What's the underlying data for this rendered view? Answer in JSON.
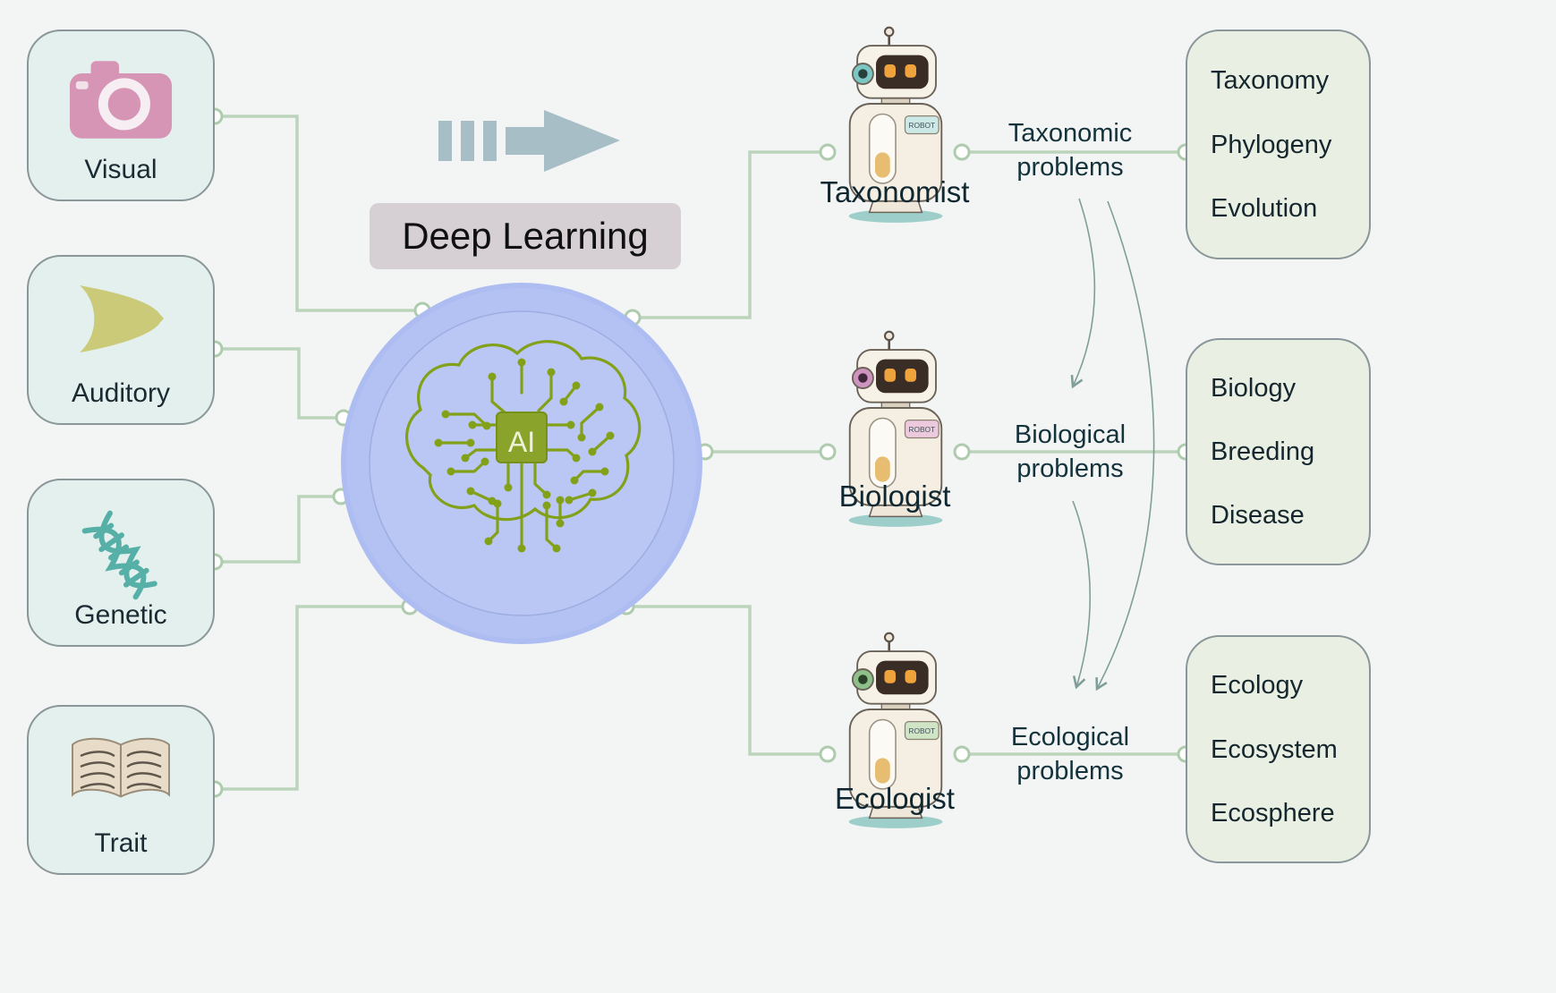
{
  "palette": {
    "background": "#f3f5f4",
    "input_box_bg": "#e4f0ed",
    "output_box_bg": "#e9f0e3",
    "box_border": "#8a9699",
    "connector_green": "#bcd4bc",
    "curve_arrow_gray": "#7f9e98",
    "brain_blue": "#aebdf1",
    "circuit_green": "#83a019",
    "deep_learning_bg": "#d6d0d4",
    "flow_arrow_gray": "#a7bec6",
    "camera_pink": "#d795b5",
    "speaker_olive": "#caca78",
    "dna_teal": "#57b0a8",
    "book_beige": "#e8dcc8"
  },
  "inputs": [
    {
      "label": "Visual",
      "icon": "camera-icon"
    },
    {
      "label": "Auditory",
      "icon": "speaker-icon"
    },
    {
      "label": "Genetic",
      "icon": "dna-icon"
    },
    {
      "label": "Trait",
      "icon": "book-icon"
    }
  ],
  "center": {
    "title": "Deep Learning",
    "chip_label": "AI"
  },
  "agents": [
    {
      "name": "Taxonomist",
      "badge": "ROBOT",
      "accent": "#7cc7c3",
      "badge_bg": "#cde9e5",
      "problem_line1": "Taxonomic",
      "problem_line2": "problems"
    },
    {
      "name": "Biologist",
      "badge": "ROBOT",
      "accent": "#cf93bf",
      "badge_bg": "#ecc9dd",
      "problem_line1": "Biological",
      "problem_line2": "problems"
    },
    {
      "name": "Ecologist",
      "badge": "ROBOT",
      "accent": "#8fbf8a",
      "badge_bg": "#cfe5c6",
      "problem_line1": "Ecological",
      "problem_line2": "problems"
    }
  ],
  "outputs": [
    {
      "items": [
        "Taxonomy",
        "Phylogeny",
        "Evolution"
      ]
    },
    {
      "items": [
        "Biology",
        "Breeding",
        "Disease"
      ]
    },
    {
      "items": [
        "Ecology",
        "Ecosystem",
        "Ecosphere"
      ]
    }
  ]
}
